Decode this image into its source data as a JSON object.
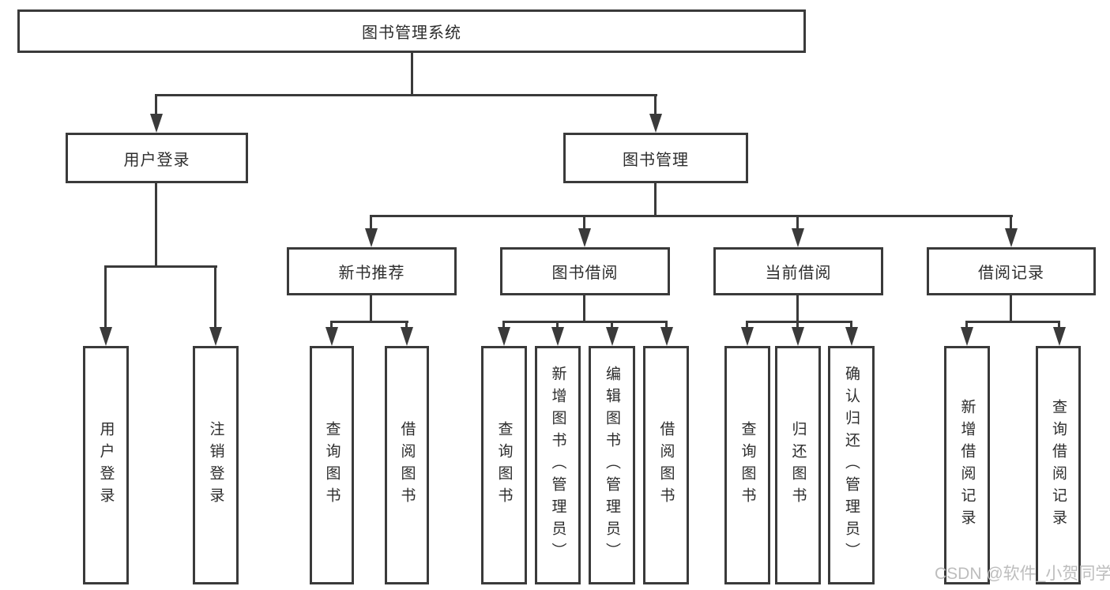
{
  "diagram": {
    "root": {
      "label": "图书管理系统"
    },
    "level2": [
      {
        "label": "用户登录"
      },
      {
        "label": "图书管理"
      }
    ],
    "level3": [
      {
        "label": "新书推荐"
      },
      {
        "label": "图书借阅"
      },
      {
        "label": "当前借阅"
      },
      {
        "label": "借阅记录"
      }
    ],
    "leaves": {
      "user_login": [
        {
          "label": "用户登录"
        },
        {
          "label": "注销登录"
        }
      ],
      "new_book_recommend": [
        {
          "label": "查询图书"
        },
        {
          "label": "借阅图书"
        }
      ],
      "book_borrow": [
        {
          "label": "查询图书"
        },
        {
          "label": "新增图书（管理员）"
        },
        {
          "label": "编辑图书（管理员）"
        },
        {
          "label": "借阅图书"
        }
      ],
      "current_borrow": [
        {
          "label": "查询图书"
        },
        {
          "label": "归还图书"
        },
        {
          "label": "确认归还（管理员）"
        }
      ],
      "borrow_records": [
        {
          "label": "新增借阅记录"
        },
        {
          "label": "查询借阅记录"
        }
      ]
    },
    "colors": {
      "line": "#3a3a3a",
      "text": "#2d2d2d",
      "background": "#ffffff",
      "watermark": "#bdbdbd"
    },
    "watermark": "CSDN @软件_小贺同学"
  }
}
